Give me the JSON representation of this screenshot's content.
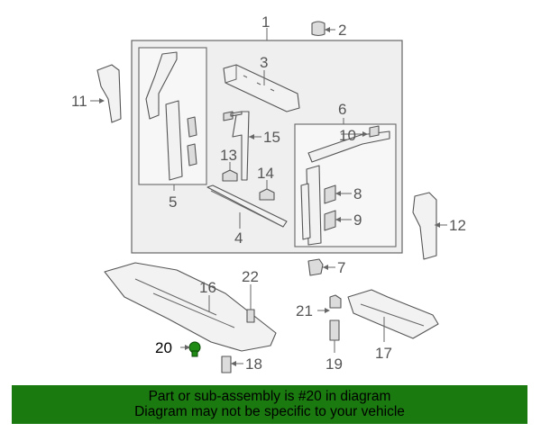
{
  "labels": {
    "p1": "1",
    "p2": "2",
    "p3": "3",
    "p4": "4",
    "p5": "5",
    "p6": "6",
    "p7": "7",
    "p8": "8",
    "p9": "9",
    "p10": "10",
    "p11": "11",
    "p12": "12",
    "p13": "13",
    "p14": "14",
    "p15": "15",
    "p16": "16",
    "p17": "17",
    "p18": "18",
    "p19": "19",
    "p20": "20",
    "p21": "21",
    "p22": "22"
  },
  "highlight_part": "20",
  "colors": {
    "banner": "#1a7a10",
    "highlight": "#1f8a14"
  },
  "banner": {
    "line1": "Part or sub-assembly is #20 in diagram",
    "line2": "Diagram may not be specific to your vehicle"
  }
}
